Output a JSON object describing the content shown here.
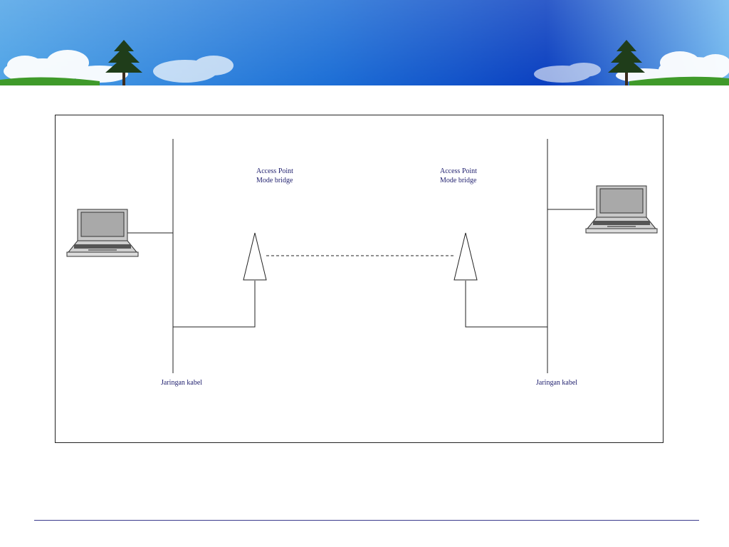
{
  "diagram": {
    "access_point_left": {
      "line1": "Access Point",
      "line2": "Mode bridge"
    },
    "access_point_right": {
      "line1": "Access Point",
      "line2": "Mode bridge"
    },
    "wired_network_left": "Jaringan kabel",
    "wired_network_right": "Jaringan kabel",
    "icons": [
      "laptop-icon",
      "antenna-icon"
    ],
    "colors": {
      "label_text": "#1f1f6e",
      "line": "#222222",
      "footer_rule": "#3a3a8c"
    }
  }
}
